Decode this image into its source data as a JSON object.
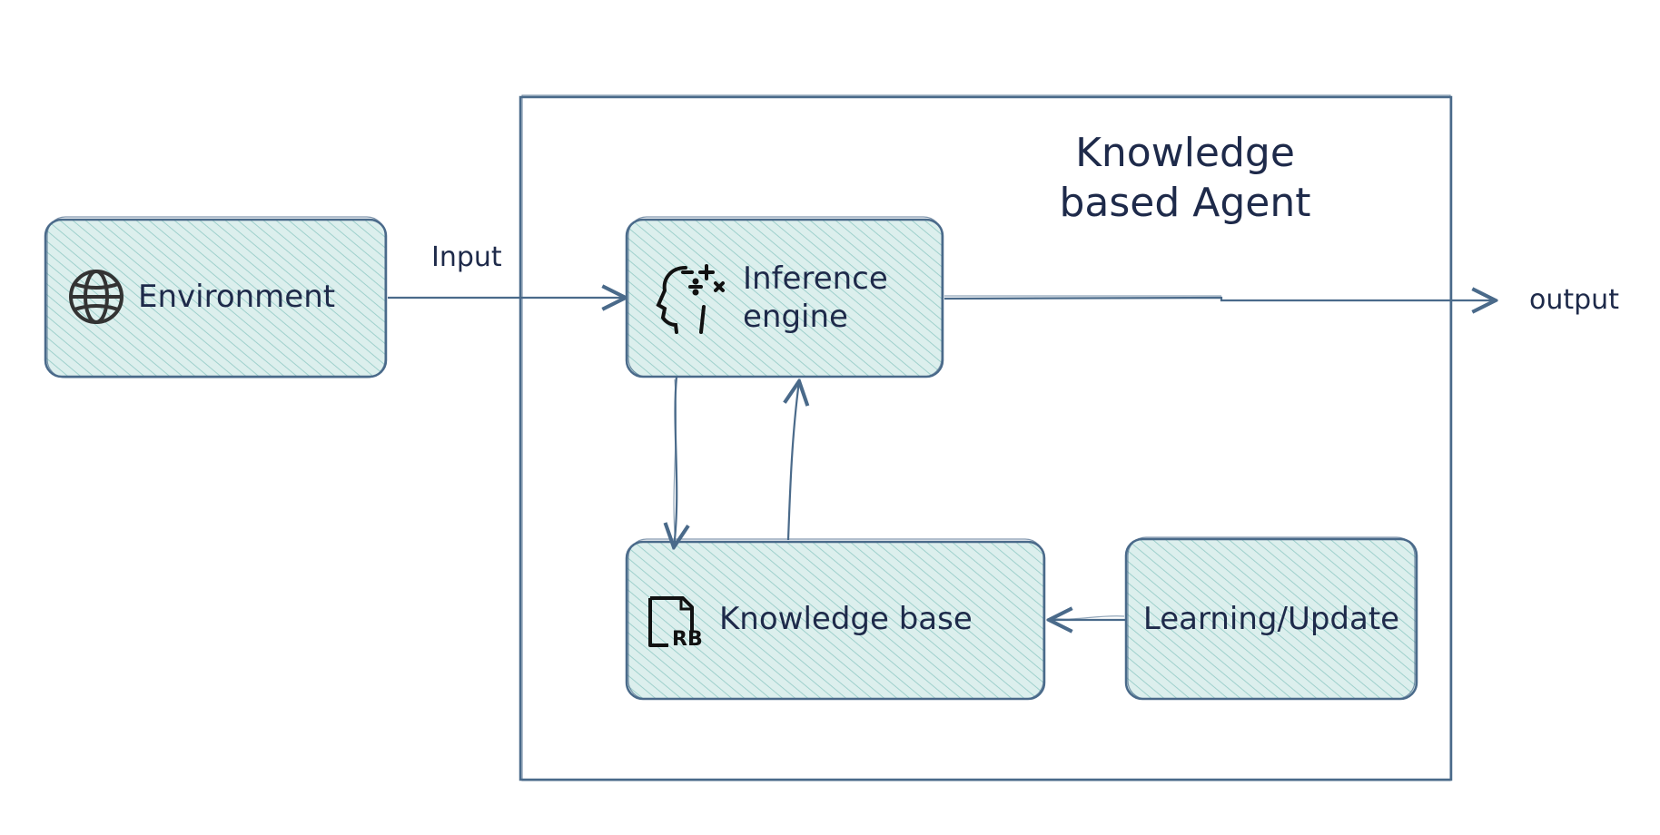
{
  "agent": {
    "title_line1": "Knowledge",
    "title_line2": "based Agent"
  },
  "nodes": {
    "environment": {
      "label": "Environment",
      "icon": "globe-icon"
    },
    "inference": {
      "label_line1": "Inference",
      "label_line2": "engine",
      "icon": "brain-math-icon"
    },
    "knowledge_base": {
      "label": "Knowledge base",
      "icon": "rule-book-icon",
      "icon_text": "RB"
    },
    "learning": {
      "label": "Learning/Update"
    }
  },
  "edges": {
    "input_label": "Input",
    "output_label": "output"
  },
  "colors": {
    "stroke": "#4a6a8a",
    "fill": "#d4ecea",
    "hatch": "#9fd0cc",
    "text": "#1e2a4a",
    "icon": "#222222"
  }
}
